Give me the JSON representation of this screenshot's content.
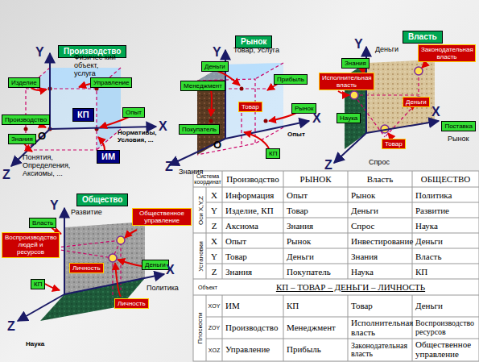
{
  "diagram": {
    "nodes": [
      {
        "text": [
          "Производство"
        ]
      },
      {
        "text": [
          "Изделие"
        ]
      },
      {
        "text": [
          "Управление"
        ]
      },
      {
        "text": [
          "Производство"
        ]
      },
      {
        "text": [
          "КП"
        ]
      },
      {
        "text": [
          "Опыт"
        ]
      },
      {
        "text": [
          "Знания"
        ]
      },
      {
        "text": [
          "ИМ"
        ]
      },
      {
        "text": [
          "Рынок"
        ]
      },
      {
        "text": [
          "Деньги"
        ]
      },
      {
        "text": [
          "Менеджмент"
        ]
      },
      {
        "text": [
          "Прибыль"
        ]
      },
      {
        "text": [
          "Товар"
        ]
      },
      {
        "text": [
          "Рынок"
        ]
      },
      {
        "text": [
          "Покупатель"
        ]
      },
      {
        "text": [
          "КП"
        ]
      },
      {
        "text": [
          "Власть"
        ]
      },
      {
        "text": [
          "Законодательная власть"
        ]
      },
      {
        "text": [
          "Знания"
        ]
      },
      {
        "text": [
          "Исполнительная власть"
        ]
      },
      {
        "text": [
          "Деньги"
        ]
      },
      {
        "text": [
          "Наука"
        ]
      },
      {
        "text": [
          "Поставка"
        ]
      },
      {
        "text": [
          "Товар"
        ]
      },
      {
        "text": [
          "Общество"
        ]
      },
      {
        "text": [
          "Власть"
        ]
      },
      {
        "text": [
          "Общественное управление"
        ]
      },
      {
        "text": [
          "Воспроизводство людей и ресурсов"
        ]
      },
      {
        "text": [
          "Личность"
        ]
      },
      {
        "text": [
          "Деньги"
        ]
      },
      {
        "text": [
          "КП"
        ]
      },
      {
        "text": [
          "Личность"
        ]
      }
    ],
    "labels": [
      "Y",
      "X",
      "Z",
      "O",
      "Физичес кий объект, услуга",
      "Нормативы, Условия, ...",
      "Понятия, Определения, Аксиомы, ...",
      "Y",
      "Товар, Услуга",
      "X",
      "Опыт",
      "Z",
      "Знания",
      "O",
      "Y",
      "Деньги",
      "X",
      "Рынок",
      "Z",
      "Спрос",
      "Y",
      "Развитие",
      "X",
      "Политика",
      "Z",
      "Наука",
      "Система координат",
      "Производство",
      "РЫНОК",
      "Власть",
      "ОБЩЕСТВО",
      "Оси X,Y,Z",
      "X",
      "Информация",
      "Опыт",
      "Рынок",
      "Политика",
      "Y",
      "Изделие, КП",
      "Товар",
      "Деньги",
      "Развитие",
      "Z",
      "Аксиома",
      "Знания",
      "Спрос",
      "Наука",
      "Установки",
      "X",
      "Опыт",
      "Рынок",
      "Инвестирование",
      "Деньги",
      "Y",
      "Товар",
      "Деньги",
      "Знания",
      "Власть",
      "Z",
      "Знания",
      "Покупатель",
      "Наука",
      "КП",
      "Объект",
      "КП – ТОВАР – ДЕНЬГИ – ЛИЧНОСТЬ",
      "Плоскости",
      "XOY",
      "ИМ",
      "КП",
      "Товар",
      "Деньги",
      "ZOY",
      "Производство",
      "Менеджмент",
      "Исполнительная власть",
      "Воспроизводство ресурсов",
      "XOZ",
      "Управление",
      "Прибыль",
      "Законодательная власть",
      "Общественное управление"
    ]
  }
}
